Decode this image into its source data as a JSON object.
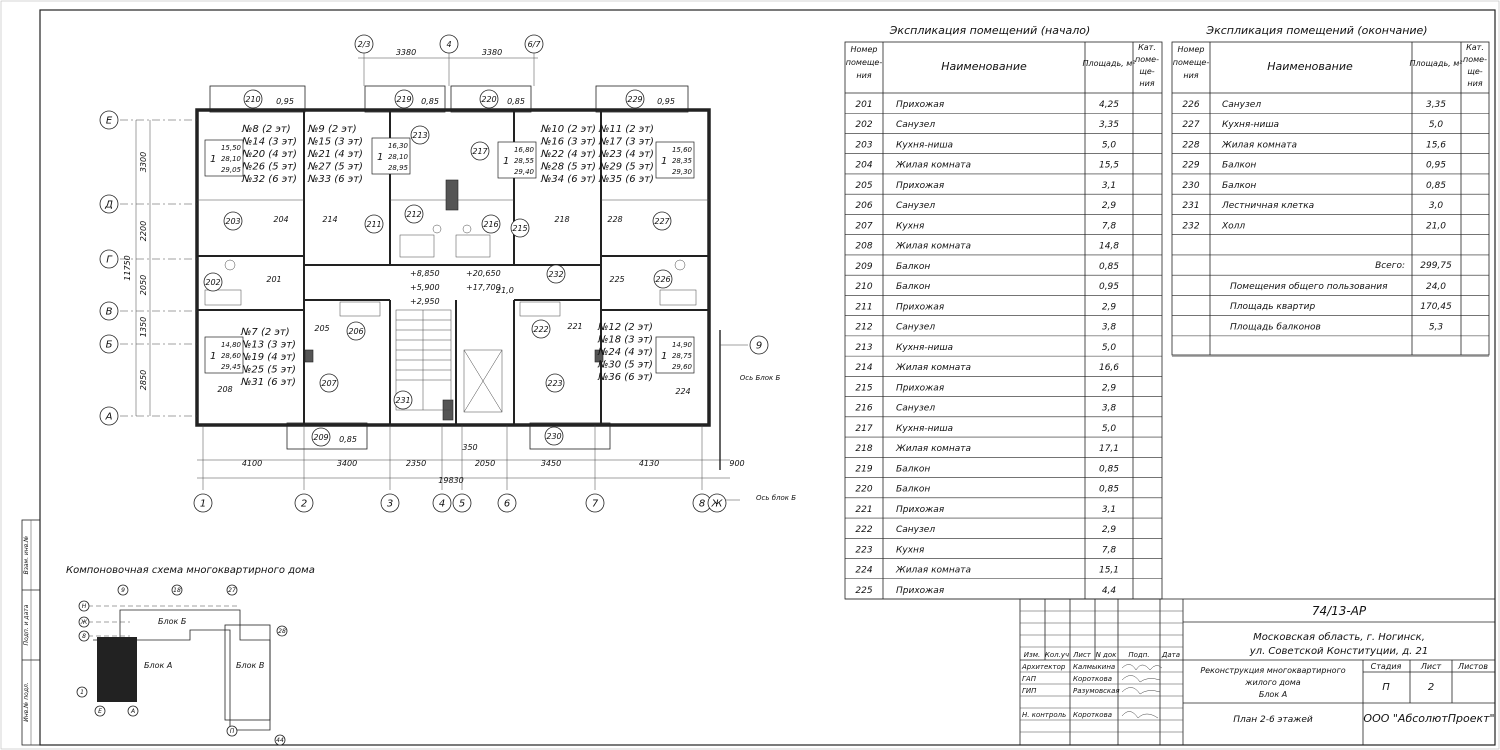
{
  "plan": {
    "axes_letters": [
      "Е",
      "Д",
      "Г",
      "В",
      "Б",
      "А"
    ],
    "axes_letters_dims": [
      "3300",
      "2200",
      "2050",
      "1350",
      "2850"
    ],
    "overall_vertical": "11750",
    "axes_numbers": [
      "1",
      "2",
      "3",
      "4",
      "5",
      "6",
      "7",
      "8"
    ],
    "top_axes": [
      "2/3",
      "4",
      "6/7"
    ],
    "top_dims": [
      "3380",
      "3380"
    ],
    "bottom_dims": [
      "4100",
      "3400",
      "2350",
      "2050",
      "3450",
      "4130",
      "900"
    ],
    "bottom_small_dim": "350",
    "overall_horizontal": "19830",
    "axis_zh": "Ж",
    "axis_zh_label": "Ось блок Б",
    "axis_9": "9",
    "axis_9_label": "Ось Блок Б",
    "levels_left": [
      "+8,850",
      "+5,900",
      "+2,950"
    ],
    "levels_right": [
      "+20,650",
      "+17,700"
    ],
    "stair_mark": "21,0",
    "room_tags": [
      "210",
      "0,95",
      "219",
      "0,85",
      "220",
      "0,85",
      "229",
      "0,95",
      "213",
      "217",
      "203",
      "204",
      "214",
      "211",
      "212",
      "216",
      "215",
      "218",
      "228",
      "227",
      "202",
      "201",
      "232",
      "225",
      "226",
      "205",
      "206",
      "222",
      "221",
      "207",
      "208",
      "231",
      "223",
      "224",
      "209",
      "0,85",
      "230"
    ],
    "apartments": [
      {
        "list": [
          "№8 (2 эт)",
          "№14 (3 эт)",
          "№20 (4 эт)",
          "№26 (5 эт)",
          "№32 (6 эт)"
        ],
        "rooms": "1",
        "areas": [
          "15,50",
          "28,10",
          "29,05"
        ]
      },
      {
        "list": [
          "№9 (2 эт)",
          "№15 (3 эт)",
          "№21 (4 эт)",
          "№27 (5 эт)",
          "№33 (6 эт)"
        ],
        "rooms": "1",
        "areas": [
          "16,30",
          "28,10",
          "28,95"
        ]
      },
      {
        "list": [
          "№10 (2 эт)",
          "№16 (3 эт)",
          "№22 (4 эт)",
          "№28 (5 эт)",
          "№34 (6 эт)"
        ],
        "rooms": "1",
        "areas": [
          "16,80",
          "28,55",
          "29,40"
        ]
      },
      {
        "list": [
          "№11 (2 эт)",
          "№17 (3 эт)",
          "№23 (4 эт)",
          "№29 (5 эт)",
          "№35 (6 эт)"
        ],
        "rooms": "1",
        "areas": [
          "15,60",
          "28,35",
          "29,30"
        ]
      },
      {
        "list": [
          "№7 (2 эт)",
          "№13 (3 эт)",
          "№19 (4 эт)",
          "№25 (5 эт)",
          "№31 (6 эт)"
        ],
        "rooms": "1",
        "areas": [
          "14,80",
          "28,60",
          "29,45"
        ]
      },
      {
        "list": [
          "№12 (2 эт)",
          "№18 (3 эт)",
          "№24 (4 эт)",
          "№30 (5 эт)",
          "№36 (6 эт)"
        ],
        "rooms": "1",
        "areas": [
          "14,90",
          "28,75",
          "29,60"
        ]
      }
    ]
  },
  "layout_scheme": {
    "title": "Компоновочная схема многоквартирного дома",
    "block_a": "Блок А",
    "block_b": "Блок Б",
    "block_v": "Блок В",
    "axis_marks": [
      "9",
      "18",
      "27",
      "Н",
      "Ж",
      "8",
      "1",
      "Е",
      "А",
      "28",
      "П",
      "44"
    ]
  },
  "explication_start": {
    "title": "Экспликация помещений  (начало)",
    "headers": {
      "num": "Номер помеще- ния",
      "name": "Наименование",
      "area": "Площадь, м²",
      "cat": "Кат. поме- ще- ния"
    },
    "rows": [
      [
        "201",
        "Прихожая",
        "4,25"
      ],
      [
        "202",
        "Санузел",
        "3,35"
      ],
      [
        "203",
        "Кухня-ниша",
        "5,0"
      ],
      [
        "204",
        "Жилая комната",
        "15,5"
      ],
      [
        "205",
        "Прихожая",
        "3,1"
      ],
      [
        "206",
        "Санузел",
        "2,9"
      ],
      [
        "207",
        "Кухня",
        "7,8"
      ],
      [
        "208",
        "Жилая комната",
        "14,8"
      ],
      [
        "209",
        "Балкон",
        "0,85"
      ],
      [
        "210",
        "Балкон",
        "0,95"
      ],
      [
        "211",
        "Прихожая",
        "2,9"
      ],
      [
        "212",
        "Санузел",
        "3,8"
      ],
      [
        "213",
        "Кухня-ниша",
        "5,0"
      ],
      [
        "214",
        "Жилая комната",
        "16,6"
      ],
      [
        "215",
        "Прихожая",
        "2,9"
      ],
      [
        "216",
        "Санузел",
        "3,8"
      ],
      [
        "217",
        "Кухня-ниша",
        "5,0"
      ],
      [
        "218",
        "Жилая комната",
        "17,1"
      ],
      [
        "219",
        "Балкон",
        "0,85"
      ],
      [
        "220",
        "Балкон",
        "0,85"
      ],
      [
        "221",
        "Прихожая",
        "3,1"
      ],
      [
        "222",
        "Санузел",
        "2,9"
      ],
      [
        "223",
        "Кухня",
        "7,8"
      ],
      [
        "224",
        "Жилая комната",
        "15,1"
      ],
      [
        "225",
        "Прихожая",
        "4,4"
      ]
    ]
  },
  "explication_end": {
    "title": "Экспликация помещений (окончание)",
    "headers": {
      "num": "Номер помеще- ния",
      "name": "Наименование",
      "area": "Площадь, м²",
      "cat": "Кат. поме- ще- ния"
    },
    "rows": [
      [
        "226",
        "Санузел",
        "3,35"
      ],
      [
        "227",
        "Кухня-ниша",
        "5,0"
      ],
      [
        "228",
        "Жилая комната",
        "15,6"
      ],
      [
        "229",
        "Балкон",
        "0,95"
      ],
      [
        "230",
        "Балкон",
        "0,85"
      ],
      [
        "231",
        "Лестничная клетка",
        "3,0"
      ],
      [
        "232",
        "Холл",
        "21,0"
      ]
    ],
    "total_label": "Всего:",
    "total_value": "299,75",
    "summary": [
      [
        "Помещения общего пользования",
        "24,0"
      ],
      [
        "Площадь квартир",
        "170,45"
      ],
      [
        "Площадь балконов",
        "5,3"
      ]
    ]
  },
  "stamp": {
    "code": "74/13-АР",
    "address_1": "Московская область, г. Ногинск,",
    "address_2": "ул. Советской Конституции, д. 21",
    "project_1": "Реконструкция многоквартирного",
    "project_2": "жилого дома",
    "project_3": "Блок А",
    "sheet_title": "План 2-6 этажей",
    "company": "ООО \"АбсолютПроект\"",
    "stage_label": "Стадия",
    "sheet_label": "Лист",
    "sheets_label": "Листов",
    "stage_value": "П",
    "sheet_value": "2",
    "col_headers": [
      "Изм.",
      "Кол.уч",
      "Лист",
      "N док",
      "Подп.",
      "Дата"
    ],
    "roles": [
      [
        "Архитектор",
        "Калмыкина"
      ],
      [
        "ГАП",
        "Короткова"
      ],
      [
        "ГИП",
        "Разумовская"
      ],
      [
        "",
        ""
      ],
      [
        "Н. контроль",
        "Короткова"
      ]
    ]
  },
  "side_stamp": [
    "Взам. инв.№",
    "Подп. и дата",
    "Инв.№ подл."
  ]
}
